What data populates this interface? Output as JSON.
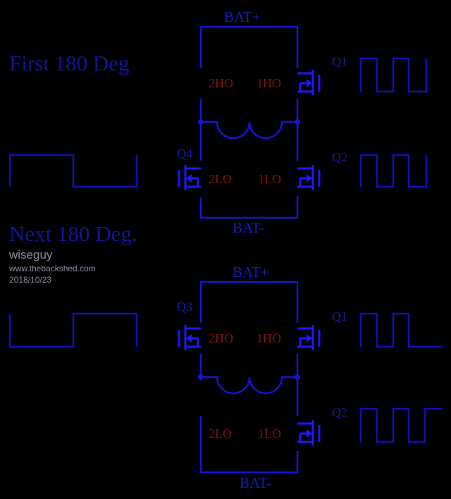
{
  "headings": {
    "first": "First 180 Deg",
    "next": "Next 180 Deg."
  },
  "top_circuit": {
    "bat_plus": "BAT+",
    "bat_minus": "BAT-",
    "pins": [
      "2HO",
      "1HO",
      "2LO",
      "1LO"
    ],
    "q_labels": [
      "Q1",
      "Q2",
      "Q4"
    ]
  },
  "bottom_circuit": {
    "bat_plus": "BAT+",
    "bat_minus": "BAT-",
    "pins": [
      "2HO",
      "1HO",
      "2LO",
      "1LO"
    ],
    "q_labels": [
      "Q1",
      "Q2",
      "Q3"
    ]
  },
  "watermark": {
    "author": "wiseguy",
    "site": "www.thebackshed.com",
    "date": "2018/10/23"
  },
  "colors": {
    "wire": "#1414d8",
    "pin_label": "#8a1010",
    "background": "#000000"
  }
}
